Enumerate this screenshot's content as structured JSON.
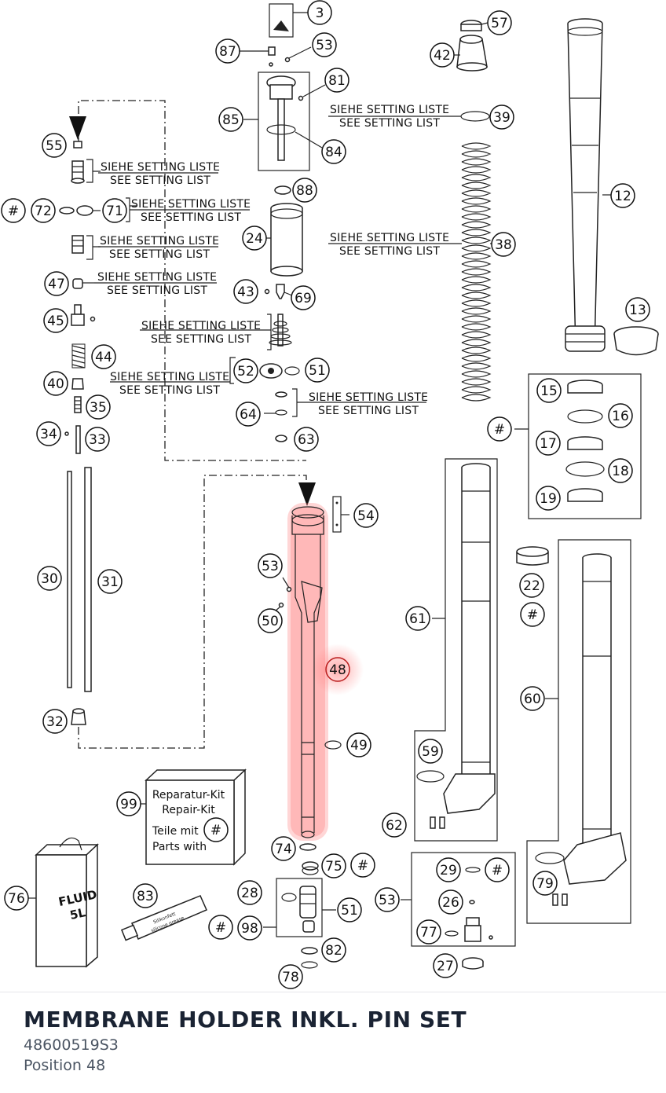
{
  "diagram": {
    "setting_label_de": "SIEHE SETTING LISTE",
    "setting_label_en": "SEE SETTING LIST",
    "hash_symbol": "#",
    "highlight_color": "#ff6b6b",
    "highlighted_position": "48",
    "callouts": [
      "3",
      "87",
      "53",
      "81",
      "85",
      "84",
      "57",
      "42",
      "39",
      "12",
      "55",
      "88",
      "72",
      "71",
      "24",
      "38",
      "47",
      "43",
      "69",
      "45",
      "44",
      "13",
      "52",
      "51",
      "40",
      "35",
      "64",
      "15",
      "16",
      "34",
      "33",
      "63",
      "17",
      "18",
      "19",
      "54",
      "22",
      "30",
      "31",
      "53",
      "50",
      "61",
      "48",
      "60",
      "32",
      "49",
      "59",
      "99",
      "62",
      "74",
      "75",
      "29",
      "26",
      "53",
      "28",
      "51",
      "76",
      "83",
      "98",
      "77",
      "27",
      "82",
      "78",
      "79",
      "62"
    ],
    "repair_kit": {
      "de": "Reparatur-Kit",
      "en": "Repair-Kit",
      "parts_de": "Teile mit",
      "parts_en": "Parts with"
    },
    "fluid_can": {
      "line1": "FLUID",
      "line2": "5L"
    },
    "grease_tube": {
      "line1": "Silikonfett",
      "line2": "silicone grease"
    }
  },
  "footer": {
    "title": "MEMBRANE HOLDER INKL. PIN SET",
    "part_number": "48600519S3",
    "position": "Position 48"
  }
}
